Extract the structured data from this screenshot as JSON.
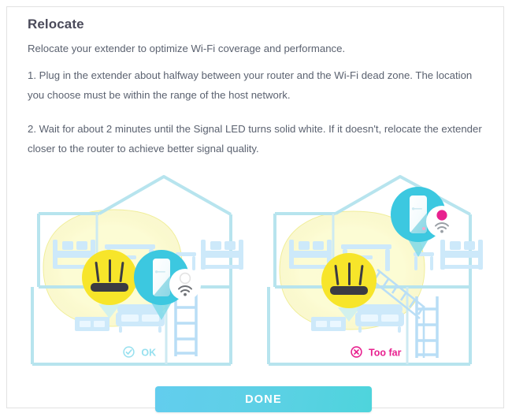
{
  "card": {
    "title": "Relocate",
    "intro": "Relocate your extender to optimize Wi-Fi coverage and performance.",
    "step_1": "1. Plug in the extender about halfway between your router and the Wi-Fi dead zone. The location you choose must be within the range of the host network.",
    "step_2": "2. Wait for about 2 minutes until the Signal LED turns solid white. If it doesn't, relocate the extender closer to the router to achieve better signal quality."
  },
  "illustrations": {
    "ok": {
      "label": "OK",
      "status_icon": "check-circle-icon",
      "label_color": "#96e0ef",
      "house_outline_color": "#b7e4ee",
      "furniture_color": "#cde9fa",
      "coverage_color": "#fbfacd",
      "router_badge_color": "#f7e52a",
      "router_body_color": "#3b3b43",
      "extender_pin_color": "#3cc8e0",
      "led_color": "#f2f2f2",
      "wifi_icon_color": "#6f7277"
    },
    "too_far": {
      "label": "Too far",
      "status_icon": "x-circle-icon",
      "label_color": "#e8218f",
      "house_outline_color": "#b7e4ee",
      "furniture_color": "#cde9fa",
      "coverage_color": "#fbfacd",
      "router_badge_color": "#f7e52a",
      "router_body_color": "#3b3b43",
      "extender_pin_color": "#3cc8e0",
      "led_color": "#e8218f",
      "wifi_icon_color": "#9aa0a6"
    }
  },
  "footer": {
    "done_label": "DONE"
  }
}
